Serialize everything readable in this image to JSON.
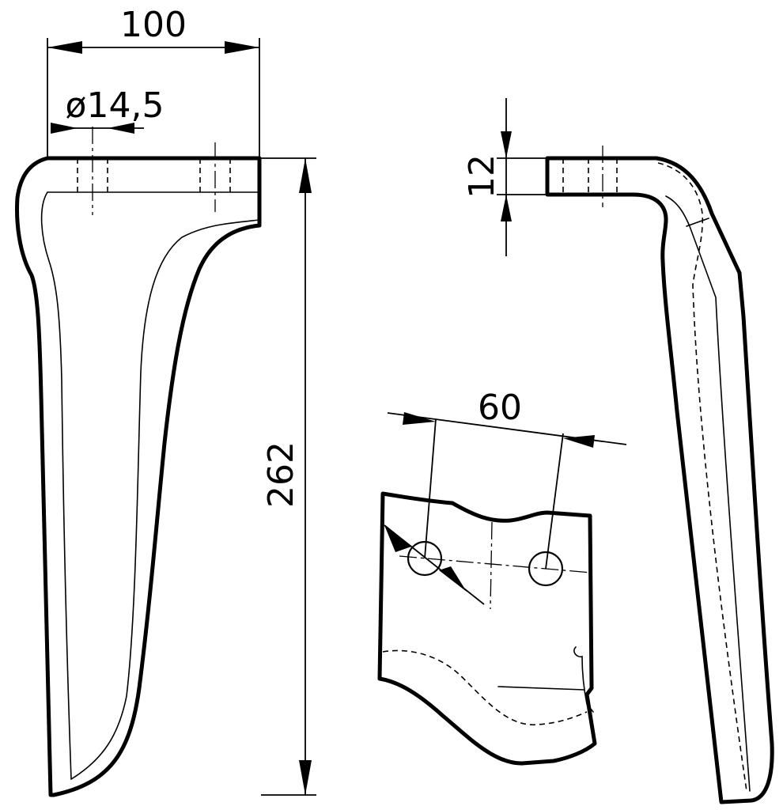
{
  "dimensions": {
    "width": "100",
    "hole_diameter": "ø14,5",
    "height": "262",
    "thickness": "12",
    "hole_spacing": "60"
  }
}
